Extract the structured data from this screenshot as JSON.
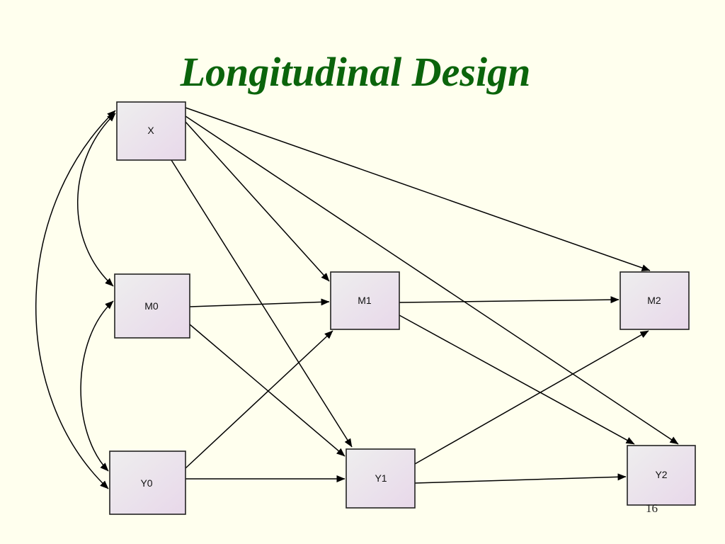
{
  "slide": {
    "title": "Longitudinal Design",
    "page_number": "16"
  },
  "colors": {
    "background": "#ffffee",
    "title": "#0b640b",
    "box_fill_light": "#eeeeee",
    "box_fill_tint": "#e8d8ea",
    "line": "#000000"
  },
  "diagram": {
    "nodes": [
      {
        "id": "X",
        "label": "X"
      },
      {
        "id": "M0",
        "label": "M0"
      },
      {
        "id": "Y0",
        "label": "Y0"
      },
      {
        "id": "M1",
        "label": "M1"
      },
      {
        "id": "Y1",
        "label": "Y1"
      },
      {
        "id": "M2",
        "label": "M2"
      },
      {
        "id": "Y2",
        "label": "Y2"
      }
    ],
    "edges": [
      {
        "from": "X",
        "to": "M1",
        "type": "directed"
      },
      {
        "from": "X",
        "to": "Y1",
        "type": "directed"
      },
      {
        "from": "X",
        "to": "M2",
        "type": "directed"
      },
      {
        "from": "X",
        "to": "Y2",
        "type": "directed"
      },
      {
        "from": "M0",
        "to": "M1",
        "type": "directed"
      },
      {
        "from": "M0",
        "to": "Y1",
        "type": "directed"
      },
      {
        "from": "Y0",
        "to": "M1",
        "type": "directed"
      },
      {
        "from": "Y0",
        "to": "Y1",
        "type": "directed"
      },
      {
        "from": "M1",
        "to": "M2",
        "type": "directed"
      },
      {
        "from": "M1",
        "to": "Y2",
        "type": "directed"
      },
      {
        "from": "Y1",
        "to": "M2",
        "type": "directed"
      },
      {
        "from": "Y1",
        "to": "Y2",
        "type": "directed"
      },
      {
        "from": "X",
        "to": "M0",
        "type": "covariance"
      },
      {
        "from": "M0",
        "to": "Y0",
        "type": "covariance"
      },
      {
        "from": "X",
        "to": "Y0",
        "type": "covariance"
      }
    ]
  }
}
